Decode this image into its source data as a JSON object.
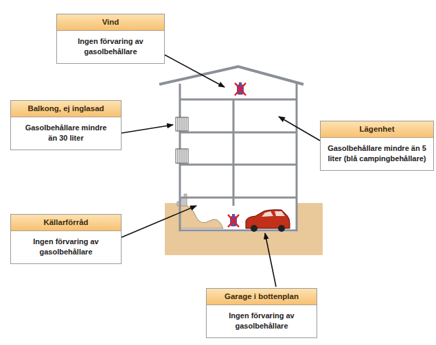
{
  "diagram": {
    "nodes": [
      {
        "text": [
          "Vind",
          "Ingen förvaring av gasolbehållare"
        ]
      },
      {
        "text": [
          "Balkong, ej inglasad",
          "Gasolbehållare mindre än 30 liter"
        ]
      },
      {
        "text": [
          "Lägenhet",
          "Gasolbehållare mindre än 5 liter (blå campingbehållare)"
        ]
      },
      {
        "text": [
          "Källarförråd",
          "Ingen förvaring av gasolbehållare"
        ]
      },
      {
        "text": [
          "Garage i bottenplan",
          "Ingen förvaring av gasolbehållare"
        ]
      }
    ]
  }
}
